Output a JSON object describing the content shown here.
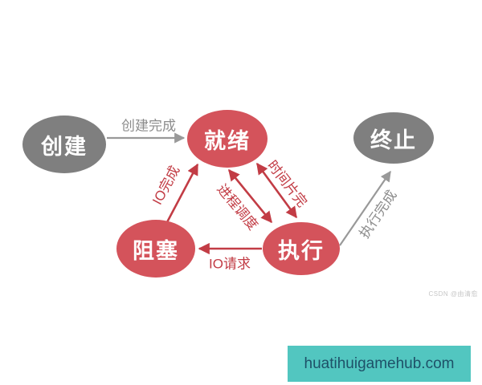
{
  "diagram": {
    "title_hint": "process-state-transition-diagram",
    "nodes": {
      "create": {
        "label": "创建",
        "color": "#7f7f7f"
      },
      "ready": {
        "label": "就绪",
        "color": "#d4535b"
      },
      "terminate": {
        "label": "终止",
        "color": "#7f7f7f"
      },
      "blocked": {
        "label": "阻塞",
        "color": "#d4535b"
      },
      "running": {
        "label": "执行",
        "color": "#d4535b"
      }
    },
    "edges": {
      "create_done": {
        "label": "创建完成",
        "from": "create",
        "to": "ready",
        "color": "#999999"
      },
      "io_done": {
        "label": "IO完成",
        "from": "blocked",
        "to": "ready",
        "color": "#c23c45"
      },
      "schedule": {
        "label": "进程调度",
        "from": "ready",
        "to": "running",
        "color": "#c23c45"
      },
      "timeslice_done": {
        "label": "时间片完",
        "from": "running",
        "to": "ready",
        "color": "#c23c45"
      },
      "io_request": {
        "label": "IO请求",
        "from": "running",
        "to": "blocked",
        "color": "#c23c45"
      },
      "run_done": {
        "label": "执行完成",
        "from": "running",
        "to": "terminate",
        "color": "#999999"
      }
    }
  },
  "watermark": {
    "text": "CSDN @由清愈"
  },
  "banner": {
    "text": "huatihuigamehub.com",
    "background": "#52c6c0",
    "text_color": "#1e5168"
  }
}
